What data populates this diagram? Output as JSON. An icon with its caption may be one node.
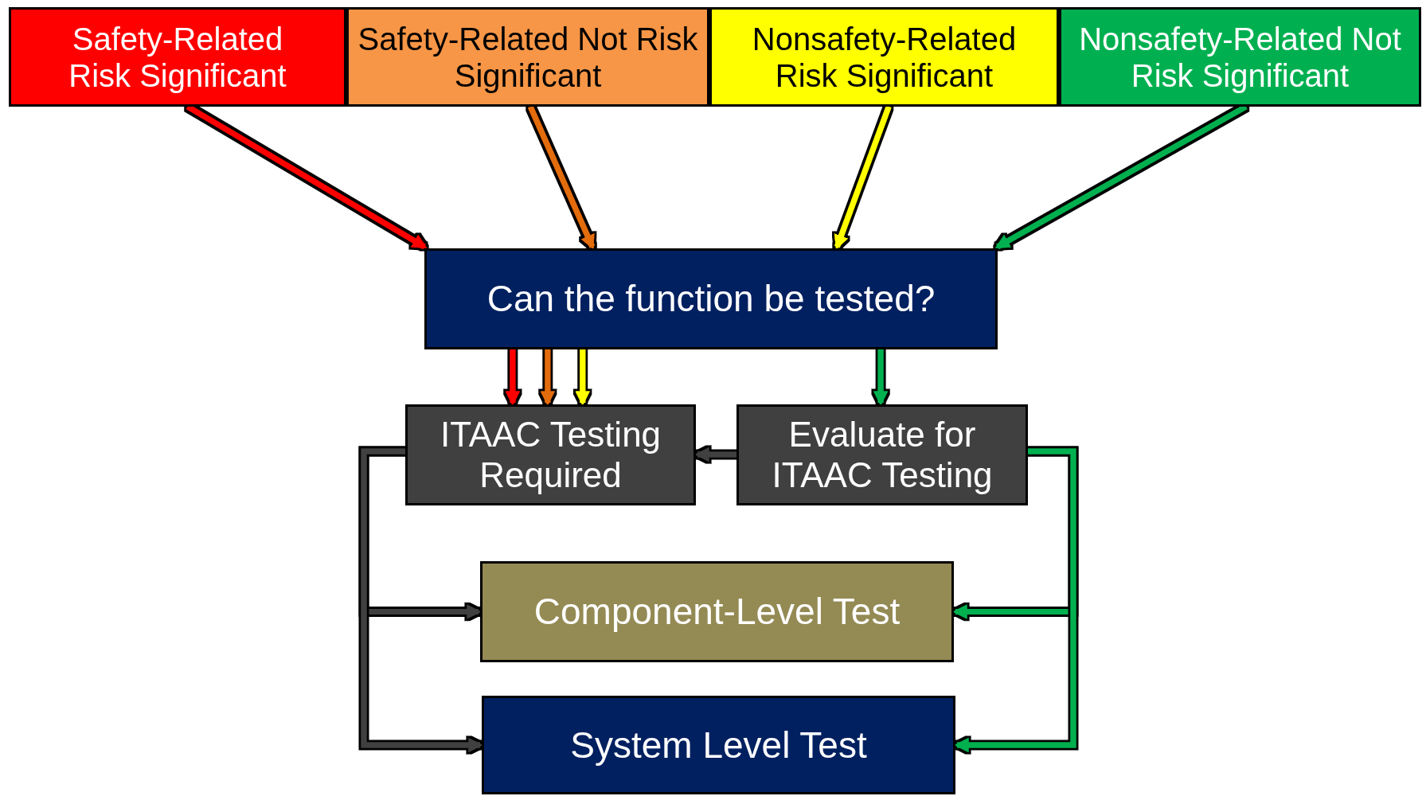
{
  "diagram": {
    "nodes": [
      {
        "text": [
          "Safety-Related Risk Significant"
        ]
      },
      {
        "text": [
          "Safety-Related Not Risk Significant"
        ]
      },
      {
        "text": [
          "Nonsafety-Related Risk Significant"
        ]
      },
      {
        "text": [
          "Nonsafety-Related Not Risk Significant"
        ]
      },
      {
        "text": [
          "Can the function be tested?"
        ]
      },
      {
        "text": [
          "ITAAC Testing Required"
        ]
      },
      {
        "text": [
          "Evaluate for ITAAC Testing"
        ]
      },
      {
        "text": [
          "Component-Level Test"
        ]
      },
      {
        "text": [
          "System Level Test"
        ]
      }
    ],
    "edges": [
      {
        "from": 0,
        "to": 4,
        "arrow": "to",
        "color": "#ff0000"
      },
      {
        "from": 1,
        "to": 4,
        "arrow": "to",
        "color": "#e36c09"
      },
      {
        "from": 2,
        "to": 4,
        "arrow": "to",
        "color": "#ffff00"
      },
      {
        "from": 3,
        "to": 4,
        "arrow": "to",
        "color": "#00b050"
      },
      {
        "from": 4,
        "to": 5,
        "arrow": "to",
        "color": "#ff0000"
      },
      {
        "from": 4,
        "to": 5,
        "arrow": "to",
        "color": "#e36c09"
      },
      {
        "from": 4,
        "to": 5,
        "arrow": "to",
        "color": "#ffff00"
      },
      {
        "from": 4,
        "to": 6,
        "arrow": "to",
        "color": "#00b050"
      },
      {
        "from": 6,
        "to": 5,
        "arrow": "to",
        "color": "#404040"
      },
      {
        "from": 5,
        "to": 7,
        "arrow": "to",
        "color": "#404040"
      },
      {
        "from": 5,
        "to": 8,
        "arrow": "to",
        "color": "#404040"
      },
      {
        "from": 6,
        "to": 7,
        "arrow": "to",
        "color": "#00b050"
      },
      {
        "from": 6,
        "to": 8,
        "arrow": "to",
        "color": "#00b050"
      }
    ]
  }
}
